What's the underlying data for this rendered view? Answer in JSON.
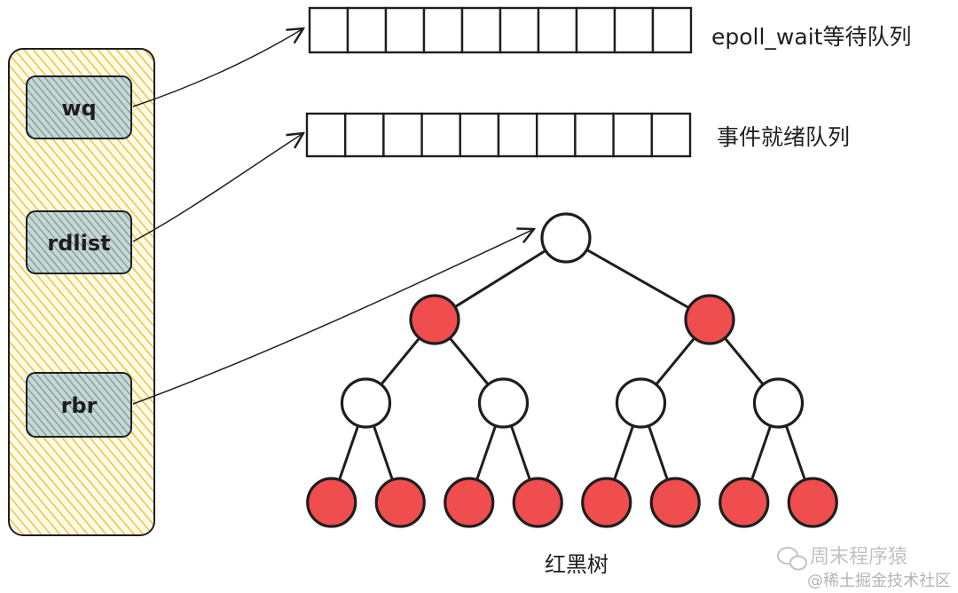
{
  "struct": {
    "fields": [
      {
        "id": "wq",
        "label": "wq"
      },
      {
        "id": "rdlist",
        "label": "rdlist"
      },
      {
        "id": "rbr",
        "label": "rbr"
      }
    ]
  },
  "queues": {
    "wait_queue": {
      "label": "epoll_wait等待队列",
      "cells": 10
    },
    "ready_queue": {
      "label": "事件就绪队列",
      "cells": 10
    }
  },
  "tree": {
    "label": "红黑树",
    "levels": [
      [
        "black"
      ],
      [
        "red",
        "red"
      ],
      [
        "black",
        "black",
        "black",
        "black"
      ],
      [
        "red",
        "red",
        "red",
        "red",
        "red",
        "red",
        "red",
        "red"
      ]
    ]
  },
  "colors": {
    "red_node": "#ef4d4e",
    "black_node": "#ffffff",
    "stroke": "#1e1e1e",
    "struct_fill": "#f4c842",
    "field_fill": "#7fa3b5"
  },
  "watermark": {
    "line1": "周末程序猿",
    "line2": "@稀土掘金技术社区"
  }
}
